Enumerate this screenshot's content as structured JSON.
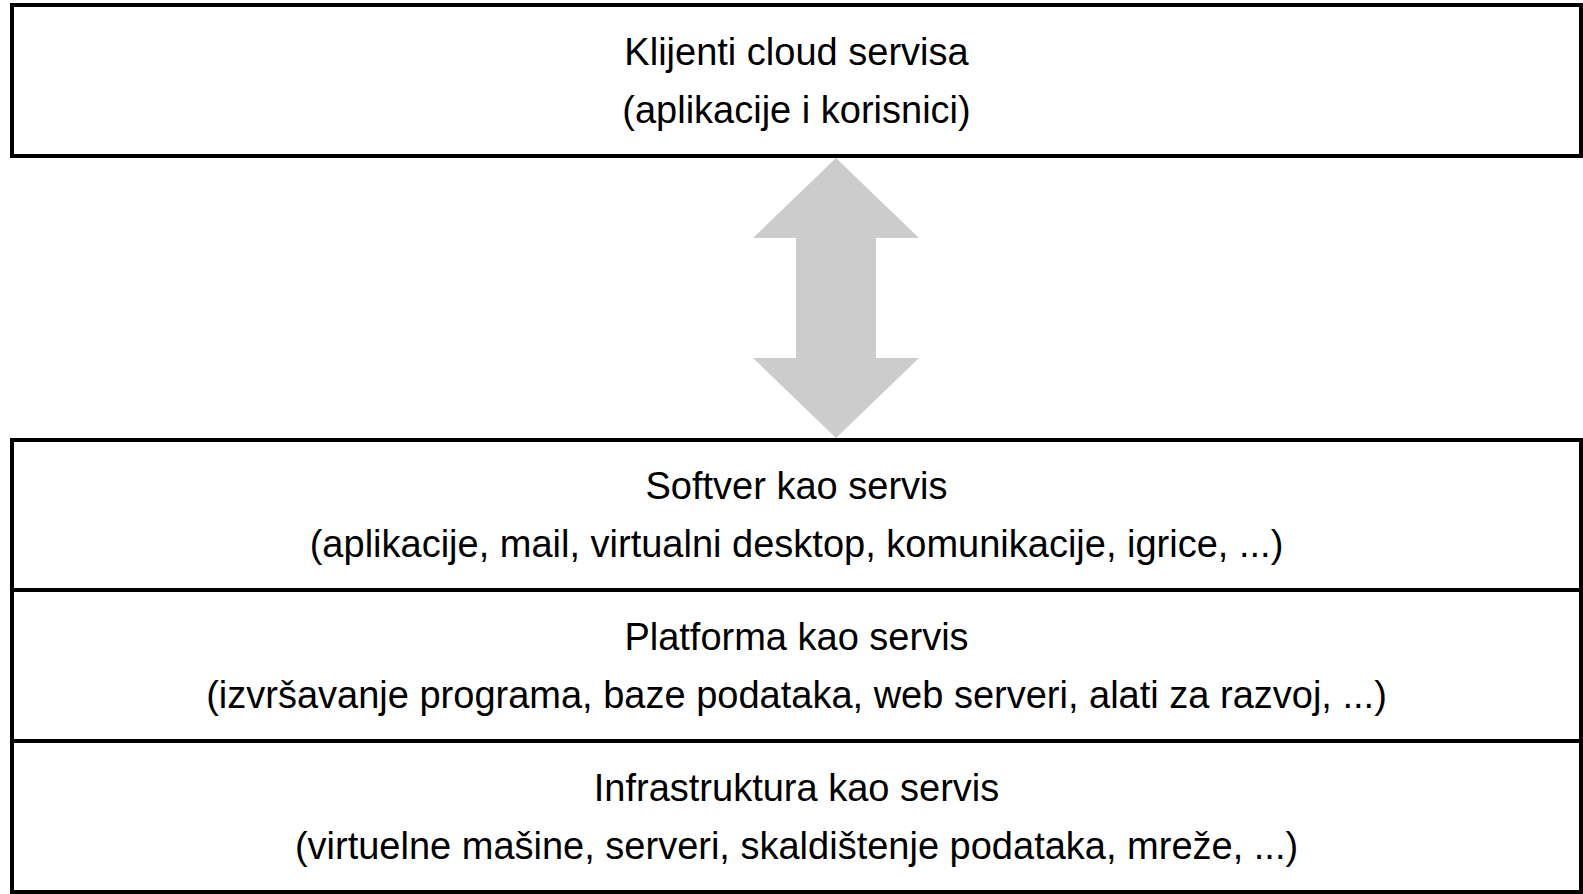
{
  "diagram": {
    "nodes": [
      {
        "text": [
          "Klijenti cloud servisa",
          "(aplikacije i korisnici)"
        ]
      },
      {
        "text": [
          "Softver kao servis",
          "(aplikacije, mail, virtualni desktop, komunikacije, igrice,  ...)"
        ]
      },
      {
        "text": [
          "Platforma kao servis",
          "(izvršavanje programa, baze podataka, web serveri, alati za razvoj,  ...)"
        ]
      },
      {
        "text": [
          "Infrastruktura kao servis",
          "(virtuelne mašine, serveri, skaldištenje podataka, mreže,  ...)"
        ]
      }
    ],
    "edges": [
      {
        "from": 0,
        "to": 1,
        "arrow": "both"
      }
    ]
  }
}
